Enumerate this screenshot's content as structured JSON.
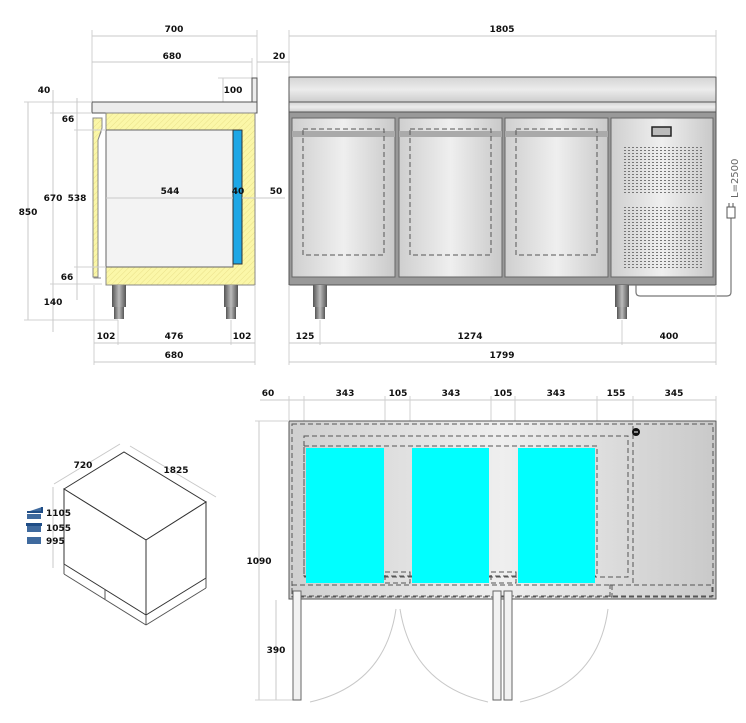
{
  "side_view": {
    "dims": {
      "total_depth": "700",
      "depth": "680",
      "overhang_back": "20",
      "backsplash": "100",
      "top_thickness": "40",
      "insulation_top": "66",
      "total_height": "850",
      "body_height": "670",
      "interior_height": "538",
      "interior_width": "544",
      "evaporator": "40",
      "back_gap": "50",
      "insulation_bottom": "66",
      "leg_height": "140",
      "leg_offset_left": "102",
      "leg_spacing": "476",
      "leg_offset_right": "102",
      "base_depth": "680"
    },
    "colors": {
      "insulation": "#fbf7a8",
      "evaporator": "#1ea7e6",
      "interior": "#f3f3f3"
    }
  },
  "front_view": {
    "dims": {
      "total_width": "1805",
      "leg_offset_left": "125",
      "leg_spacing": "1274",
      "right_section": "400",
      "base_width": "1799"
    },
    "cable_label": "L=2500",
    "doors": 3,
    "compressor_panel": "vented-grille"
  },
  "crate": {
    "width": "720",
    "length": "1825",
    "heights": [
      {
        "icon": "box-with-backsplash-icon",
        "value": "1105"
      },
      {
        "icon": "box-with-top-icon",
        "value": "1055"
      },
      {
        "icon": "box-flat-icon",
        "value": "995"
      }
    ]
  },
  "top_view": {
    "dims": {
      "seg_0": "60",
      "door_1": "343",
      "gap_1": "105",
      "door_2": "343",
      "gap_2": "105",
      "door_3": "343",
      "gap_3": "155",
      "compressor": "345",
      "depth": "1090",
      "door_swing": "390"
    },
    "colors": {
      "glass": "#00ffff"
    }
  }
}
